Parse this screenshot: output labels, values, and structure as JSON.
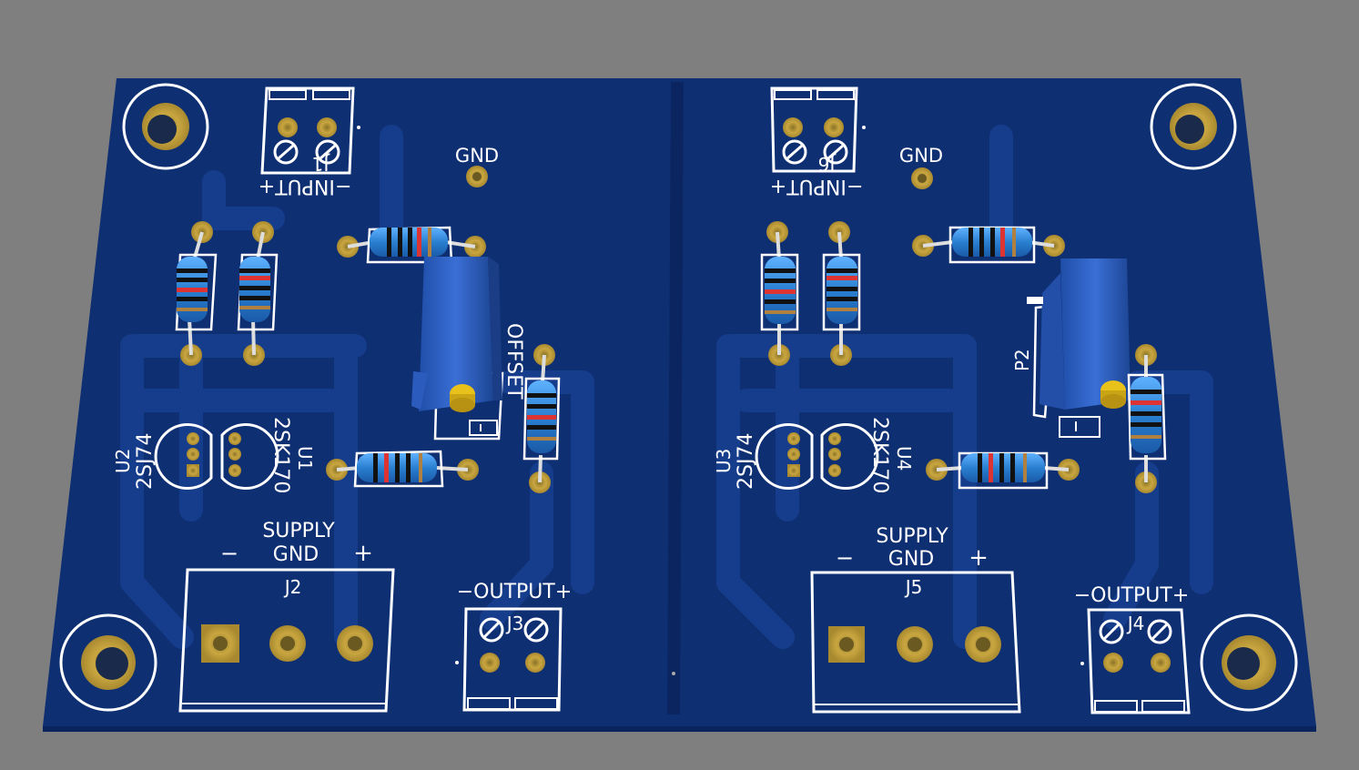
{
  "colors": {
    "background": "#7f7f7f",
    "board": "#0f2f73",
    "board_edge": "#0a255e",
    "trace": "#143a85",
    "silkscreen": "#ffffff",
    "pad": "#b89a38",
    "pad_hole": "#6a5a22",
    "resistor_body": "#2f86d6",
    "trimmer_body": "#2c5fc2",
    "trimmer_screw": "#e8c21a"
  },
  "left": {
    "input_label": "−INPUT+",
    "input_ref": "J1",
    "gnd": "GND",
    "offset": "OFFSET",
    "u1_part": "2SK170",
    "u1_ref": "U1",
    "u2_part": "2SJ74",
    "u2_ref": "U2",
    "supply": "SUPPLY",
    "supply_minus": "−",
    "supply_gnd": "GND",
    "supply_plus": "+",
    "supply_ref": "J2",
    "output_label": "−OUTPUT+",
    "output_ref": "J3"
  },
  "right": {
    "input_label": "−INPUT+",
    "input_ref": "J6",
    "gnd": "GND",
    "trim_ref": "P2",
    "u4_part": "2SK170",
    "u4_ref": "U4",
    "u3_part": "2SJ74",
    "u3_ref": "U3",
    "supply": "SUPPLY",
    "supply_minus": "−",
    "supply_gnd": "GND",
    "supply_plus": "+",
    "supply_ref": "J5",
    "output_label": "−OUTPUT+",
    "output_ref": "J4"
  }
}
